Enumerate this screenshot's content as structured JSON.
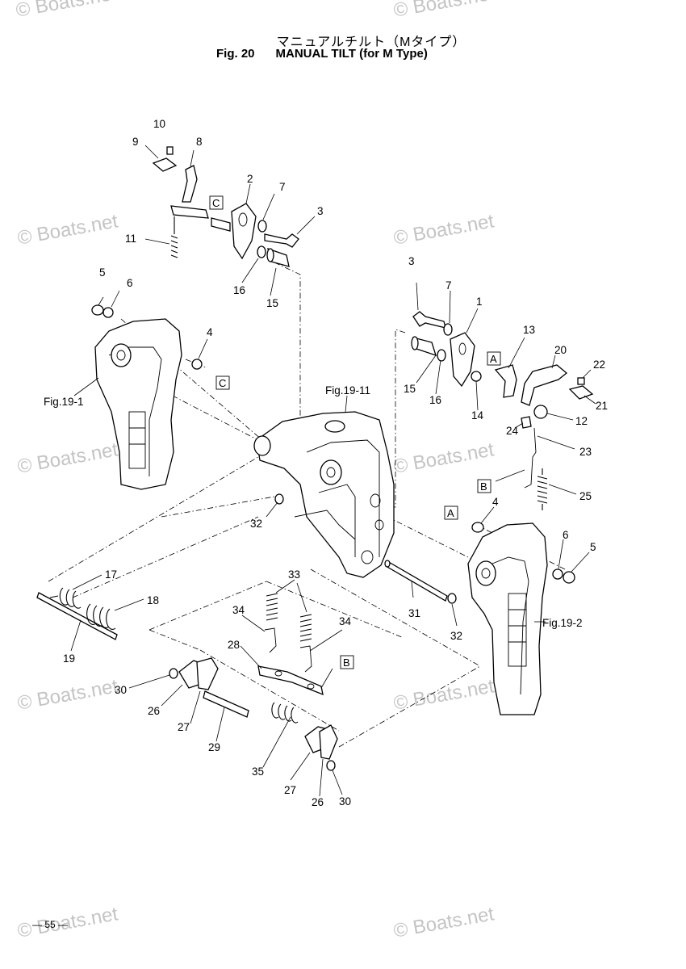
{
  "header": {
    "title_jp": "マニュアルチルト（Mタイプ）",
    "fig_label": "Fig. 20",
    "title_en": "MANUAL TILT (for M Type)"
  },
  "watermark": "© Boats.net",
  "page_number": "— 55 —",
  "figure_refs": {
    "left": "Fig.19-1",
    "center": "Fig.19-11",
    "right": "Fig.19-2"
  },
  "box_markers": [
    "C",
    "C",
    "A",
    "A",
    "B",
    "B"
  ],
  "callouts": [
    "10",
    "9",
    "8",
    "2",
    "7",
    "3",
    "11",
    "16",
    "15",
    "5",
    "6",
    "4",
    "3",
    "7",
    "1",
    "13",
    "20",
    "22",
    "21",
    "12",
    "14",
    "15",
    "16",
    "24",
    "23",
    "25",
    "32",
    "4",
    "6",
    "5",
    "17",
    "18",
    "19",
    "33",
    "34",
    "34",
    "28",
    "31",
    "32",
    "30",
    "26",
    "27",
    "29",
    "35",
    "27",
    "26",
    "30"
  ]
}
